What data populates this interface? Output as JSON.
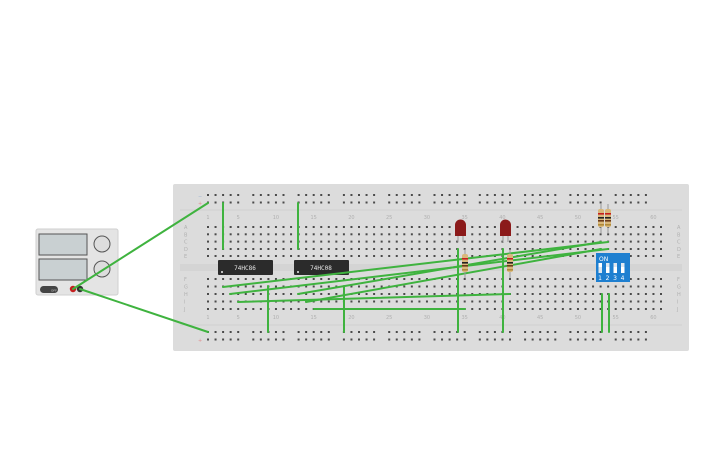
{
  "canvas": {
    "background": "#ffffff"
  },
  "power_supply": {
    "switch_label": "OFF"
  },
  "breadboard": {
    "color": "#dcdcdc",
    "column_numbers": [
      "1",
      "5",
      "10",
      "15",
      "20",
      "25",
      "30",
      "35",
      "40",
      "45",
      "50",
      "55",
      "60"
    ],
    "rows_top": [
      "A",
      "B",
      "C",
      "D",
      "E"
    ],
    "rows_bottom": [
      "F",
      "G",
      "H",
      "I",
      "J"
    ],
    "rail_labels": {
      "minus": "−",
      "plus": "+"
    }
  },
  "chips": [
    {
      "label": "74HC86"
    },
    {
      "label": "74HC08"
    }
  ],
  "dip_switch": {
    "on_label": "ON",
    "switch_numbers": [
      "1",
      "2",
      "3",
      "4"
    ],
    "color": "#1e7fd0"
  },
  "wire_color": "#3fb33f",
  "led_color": "#8b1a1a"
}
